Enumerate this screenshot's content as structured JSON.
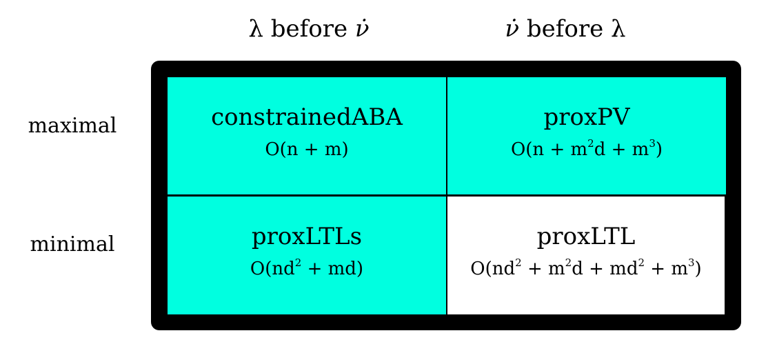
{
  "columns": [
    {
      "label": "λ before ",
      "symbol": "ν̇"
    },
    {
      "symbol": "ν̇",
      "label": " before λ"
    }
  ],
  "rows": [
    "maximal",
    "minimal"
  ],
  "cells": {
    "max_lambda": {
      "name": "constrainedABA",
      "complexity": "O(n + m)",
      "highlighted": true
    },
    "max_nu": {
      "name": "proxPV",
      "complexity_parts": [
        "O(n + m",
        "2",
        "d + m",
        "3",
        ")"
      ],
      "highlighted": true
    },
    "min_lambda": {
      "name": "proxLTLs",
      "complexity_parts": [
        "O(nd",
        "2",
        " + md)"
      ],
      "highlighted": true
    },
    "min_nu": {
      "name": "proxLTL",
      "complexity_parts": [
        "O(nd",
        "2",
        " + m",
        "2",
        "d + md",
        "2",
        " + m",
        "3",
        ")"
      ],
      "highlighted": false
    }
  },
  "colors": {
    "highlight": "#00ffe0",
    "plain": "#ffffff",
    "frame": "#000000"
  }
}
